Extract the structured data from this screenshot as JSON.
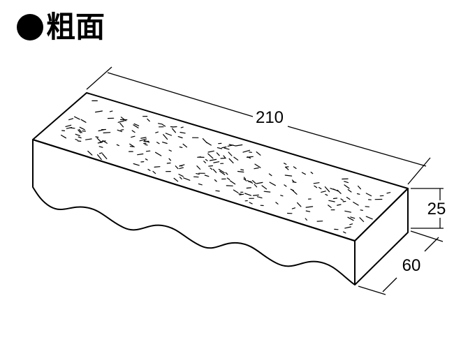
{
  "title": "粗面",
  "dimensions": {
    "length": "210",
    "height": "25",
    "width": "60"
  }
}
